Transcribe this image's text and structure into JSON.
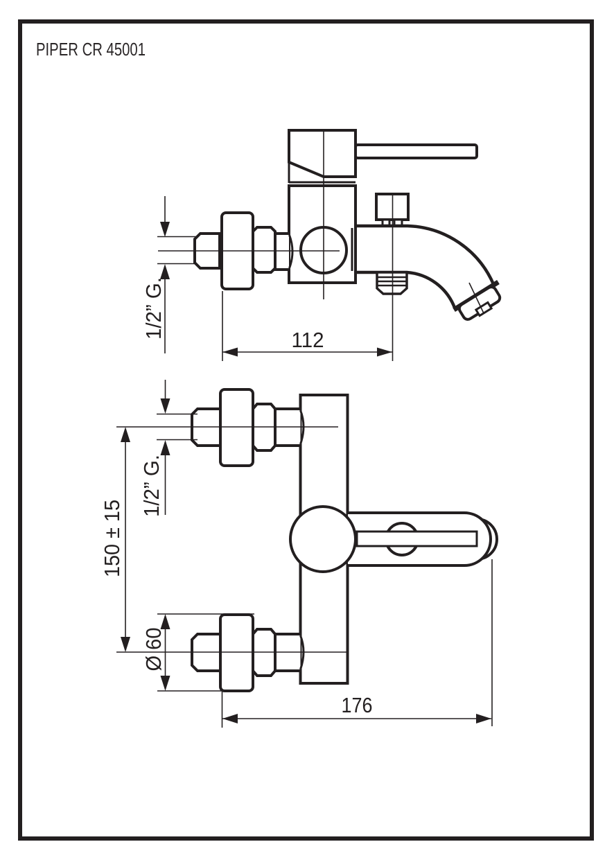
{
  "document": {
    "title": "PIPER CR 45001"
  },
  "side_view": {
    "dims": {
      "wall_to_diverter": "112",
      "inlet_thread": "1/2” G."
    }
  },
  "front_view": {
    "dims": {
      "spout_reach": "176",
      "inlet_centers": "150 ± 15",
      "flange_diameter": "Ø 60",
      "inlet_thread": "1/2” G."
    }
  },
  "colors": {
    "line": "#231f20",
    "paper": "#ffffff"
  }
}
